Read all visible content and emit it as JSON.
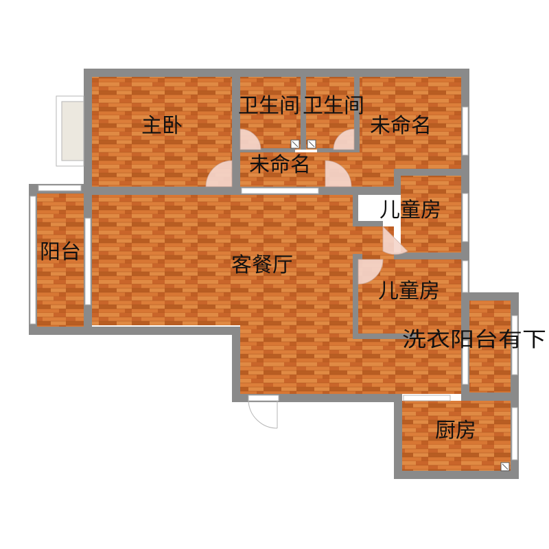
{
  "colors": {
    "floor_base": "#d5712e",
    "floor_light": "#e08a44",
    "floor_dark": "#b85d22",
    "wall": "#8a8a8a",
    "window": "#ffffff",
    "door_swing": "#f5d6cc",
    "balcony_fill": "#ece8df"
  },
  "rooms": {
    "master_bedroom": "主卧",
    "bathroom_1": "卫生间",
    "bathroom_2": "卫生间",
    "unnamed_hall": "未命名",
    "unnamed_room": "未命名",
    "kids_room_1": "儿童房",
    "kids_room_2": "儿童房",
    "balcony": "阳台",
    "living_dining": "客餐厅",
    "laundry_balcony": "洗衣阳台有下",
    "kitchen": "厨房"
  },
  "icons": {
    "toilet_1": "toilet-icon",
    "toilet_2": "toilet-icon",
    "kitchen_sink": "sink-icon",
    "entrance_door": "door-swing-icon"
  }
}
